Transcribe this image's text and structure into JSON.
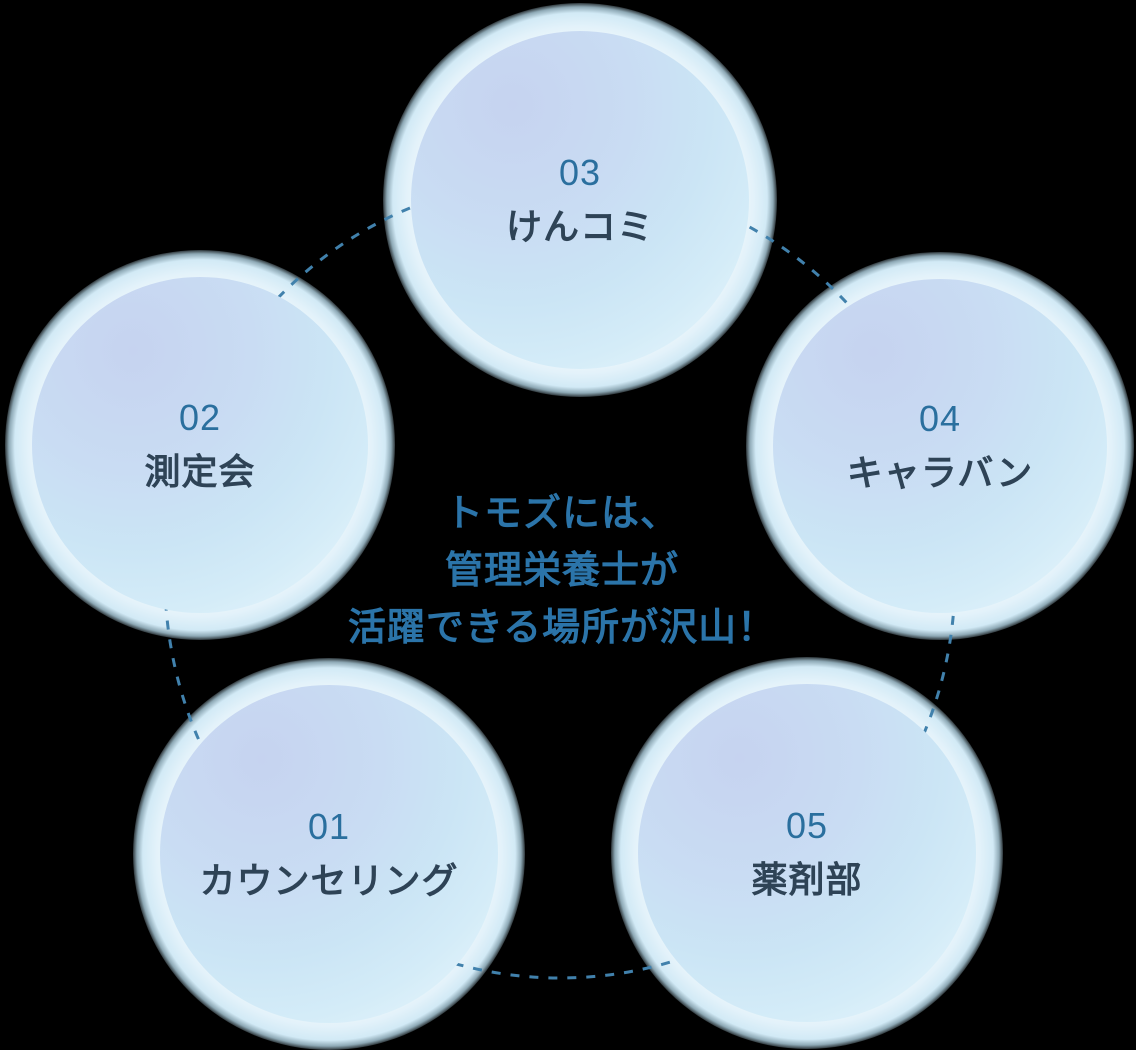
{
  "center_message": {
    "line1": "トモズには、",
    "line2": "管理栄養士が",
    "line3": "活躍できる場所が沢山！"
  },
  "bubbles": [
    {
      "number": "01",
      "label": "カウンセリング"
    },
    {
      "number": "02",
      "label": "測定会"
    },
    {
      "number": "03",
      "label": "けんコミ"
    },
    {
      "number": "04",
      "label": "キャラバン"
    },
    {
      "number": "05",
      "label": "薬剤部"
    }
  ],
  "colors": {
    "background": "#000000",
    "bubble_number": "#2a6f9e",
    "bubble_label": "#2e4356",
    "center_message": "#2b74a9",
    "connector_dash": "#4181ac",
    "bubble_core_top": "#c6d3f0",
    "bubble_core_bottom": "#edf8fc",
    "bubble_ring": "#f0f7fc"
  }
}
